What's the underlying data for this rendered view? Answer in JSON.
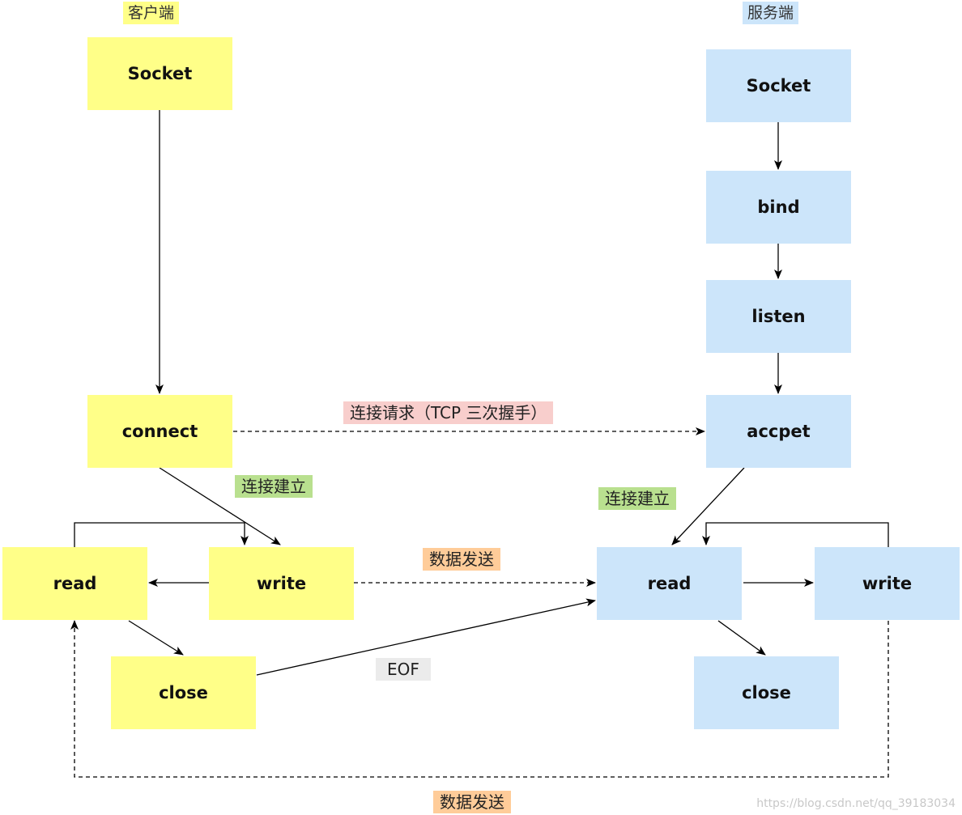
{
  "colors": {
    "client_fill": "#ffff88",
    "server_fill": "#cce5fa",
    "pink_label": "#f8cecc",
    "green_label": "#b9e08f",
    "orange_label": "#ffcc99",
    "gray_label": "#ebebeb"
  },
  "headers": {
    "client": "客户端",
    "server": "服务端"
  },
  "client": {
    "socket": "Socket",
    "connect": "connect",
    "read": "read",
    "write": "write",
    "close": "close"
  },
  "server": {
    "socket": "Socket",
    "bind": "bind",
    "listen": "listen",
    "accept": "accpet",
    "read": "read",
    "write": "write",
    "close": "close"
  },
  "edge_labels": {
    "connection_request": "连接请求（TCP 三次握手）",
    "client_established": "连接建立",
    "server_established": "连接建立",
    "data_send_top": "数据发送",
    "eof": "EOF",
    "data_send_bottom": "数据发送"
  },
  "watermark": "https://blog.csdn.net/qq_39183034"
}
